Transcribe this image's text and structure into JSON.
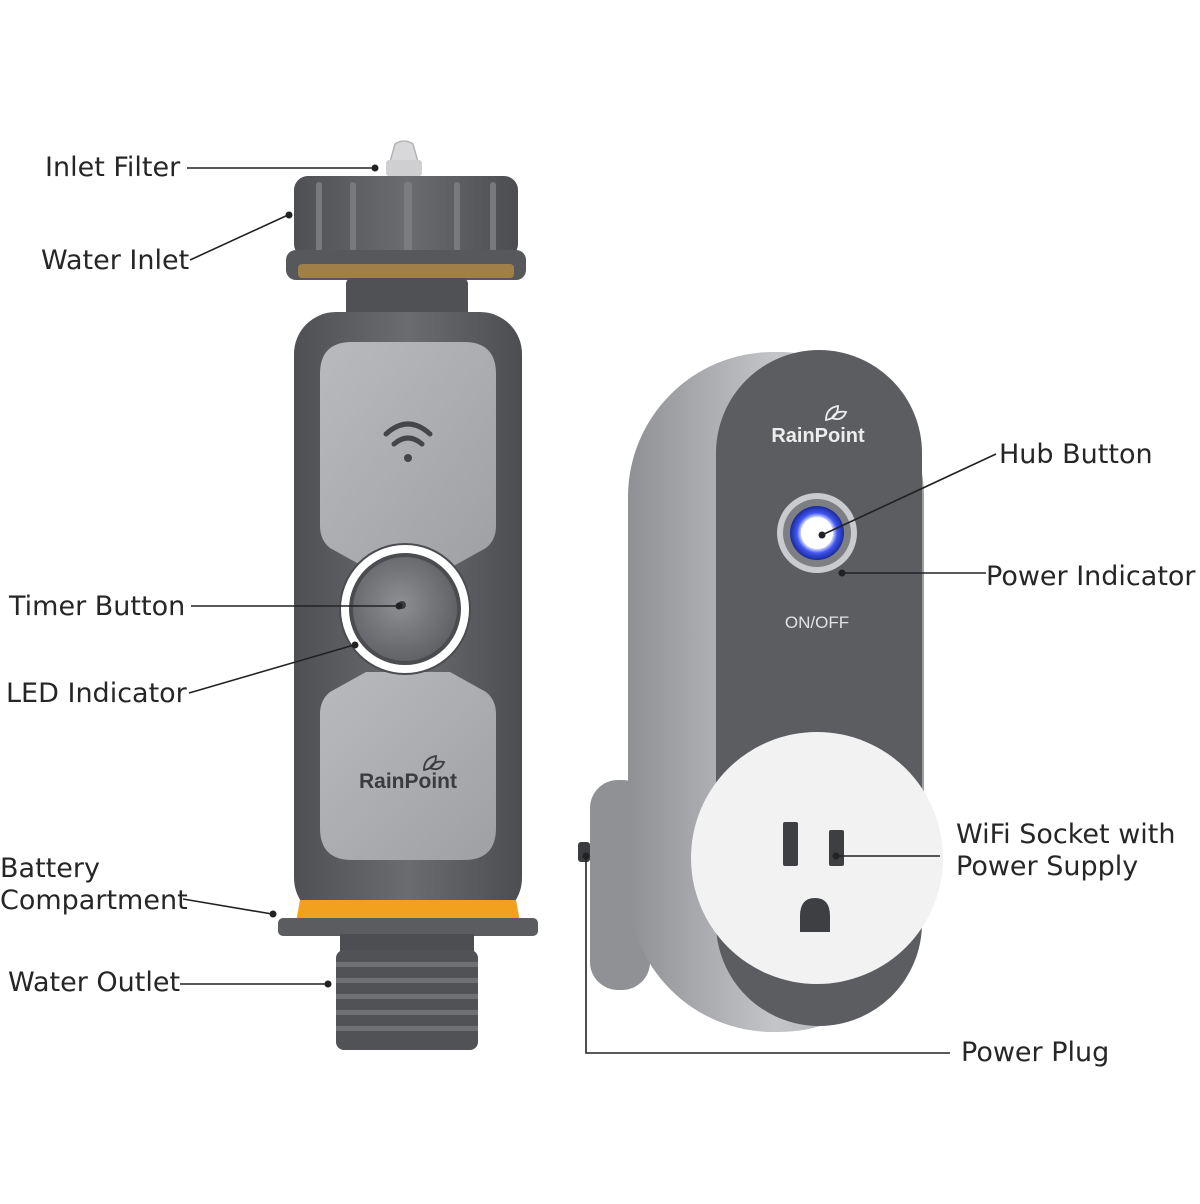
{
  "labels": {
    "inlet_filter": "Inlet Filter",
    "water_inlet": "Water Inlet",
    "timer_button": "Timer Button",
    "led_indicator": "LED Indicator",
    "battery_compartment_line1": "Battery",
    "battery_compartment_line2": "Compartment",
    "water_outlet": "Water Outlet",
    "hub_button": "Hub Button",
    "power_indicator": "Power Indicator",
    "wifi_socket_line1": "WiFi Socket with",
    "wifi_socket_line2": "Power Supply",
    "power_plug": "Power Plug"
  },
  "device": {
    "timer_brand": "RainPoint",
    "hub_brand": "RainPoint",
    "hub_switch_text": "ON/OFF"
  },
  "colors": {
    "body_dark": "#5d5f63",
    "panel_light": "#a8aaad",
    "accent_orange": "#f2a11f",
    "led_blue": "#2a3fe0",
    "led_white": "#ffffff",
    "hub_shell_light": "#b9bbbe",
    "outlet_face": "#f2f2f2"
  },
  "icons": [
    "wifi-icon",
    "leaf-logo-icon",
    "outlet-slot-icon"
  ]
}
